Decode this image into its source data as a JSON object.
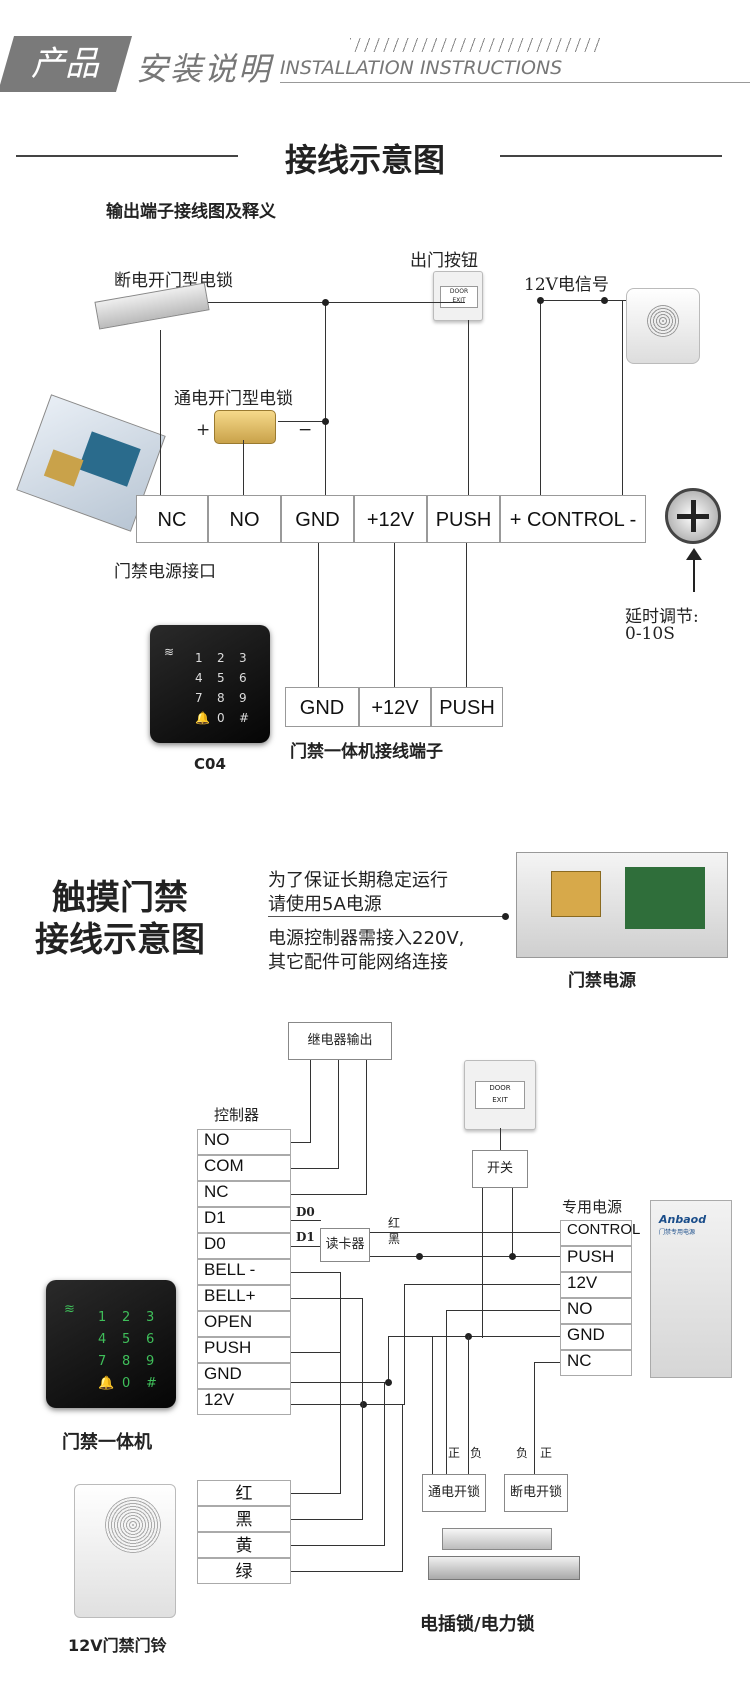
{
  "banner": {
    "tag": "产品",
    "title_zh": "安装说明",
    "title_en": "INSTALLATION INSTRUCTIONS"
  },
  "section1": {
    "title": "接线示意图",
    "subtitle": "输出端子接线图及释义",
    "labels": {
      "power_off_lock": "断电开门型电锁",
      "power_on_lock": "通电开门型电锁",
      "exit_button": "出门按钮",
      "signal_12v": "12V电信号",
      "power_port": "门禁电源接口",
      "delay": "延时调节:",
      "delay_range": "0-10S",
      "plus": "+",
      "minus": "−",
      "model": "C04",
      "keypad_terminals": "门禁一体机接线端子",
      "door_sign_top": "DOOR",
      "door_sign_bottom": "EXIT"
    },
    "terminals": [
      "NC",
      "NO",
      "GND",
      "+12V",
      "PUSH",
      "+ CONTROL -"
    ],
    "keypad_terminal_row": [
      "GND",
      "+12V",
      "PUSH"
    ],
    "keypad_keys": [
      "1",
      "2",
      "3",
      "4",
      "5",
      "6",
      "7",
      "8",
      "9",
      "🔔",
      "0",
      "#"
    ]
  },
  "section2": {
    "title_line1": "触摸门禁",
    "title_line2": "接线示意图",
    "note1_a": "为了保证长期稳定运行",
    "note1_b": "请使用5A电源",
    "note2_a": "电源控制器需接入220V,",
    "note2_b": "其它配件可能网络连接",
    "psu_label": "门禁电源",
    "relay_output": "继电器输出",
    "controller": "控制器",
    "controller_pins": [
      "NO",
      "COM",
      "NC",
      "D1",
      "D0",
      "BELL -",
      "BELL+",
      "OPEN",
      "PUSH",
      "GND",
      "12V"
    ],
    "d0": "D0",
    "d1": "D1",
    "reader": "读卡器",
    "red": "红",
    "black": "黑",
    "switch": "开关",
    "dedicated_power": "专用电源",
    "power_pins": [
      "CONTROL",
      "PUSH",
      "12V",
      "NO",
      "GND",
      "NC"
    ],
    "brand": "Anbaod",
    "brand_sub": "门禁专用电源",
    "pos": "正",
    "neg": "负",
    "lock_on": "通电开锁",
    "lock_off": "断电开锁",
    "wire_colors": [
      "红",
      "黑",
      "黄",
      "绿"
    ],
    "keypad_label": "门禁一体机",
    "bell_label": "12V门禁门铃",
    "lock_label": "电插锁/电力锁",
    "door_sign_top": "DOOR",
    "door_sign_bottom": "EXIT"
  }
}
